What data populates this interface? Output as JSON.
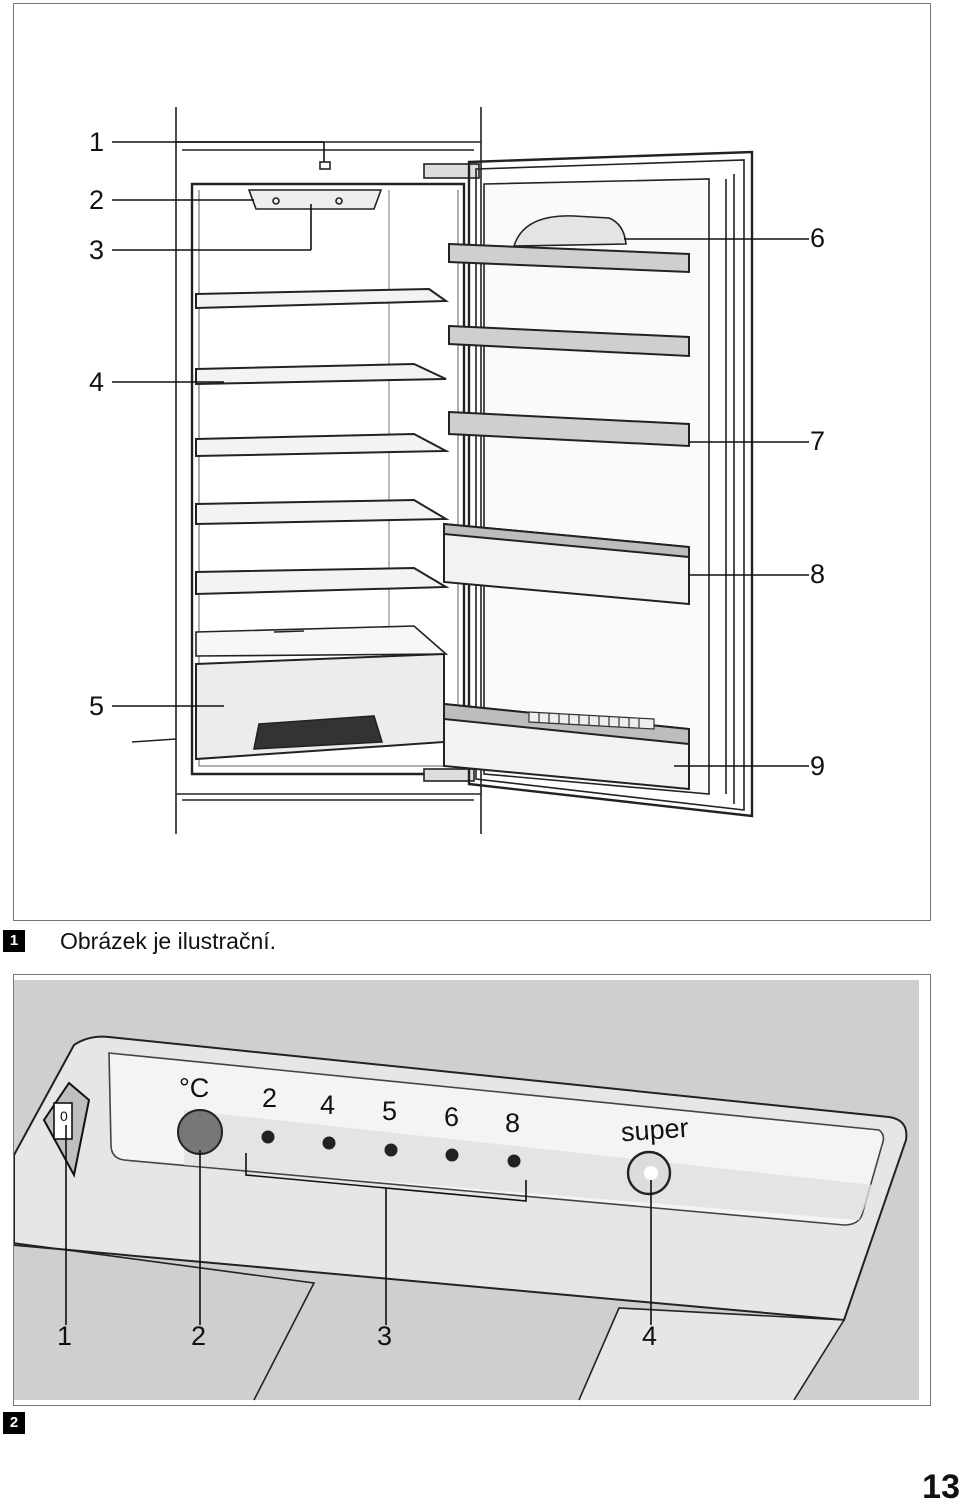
{
  "figure1": {
    "badge": "1",
    "caption": "Obrázek je ilustrační.",
    "callouts": {
      "c1": "1",
      "c2": "2",
      "c3": "3",
      "c4": "4",
      "c5": "5",
      "c6": "6",
      "c7": "7",
      "c8": "8",
      "c9": "9"
    }
  },
  "figure2": {
    "badge": "2",
    "unit": "°C",
    "scale": [
      "2",
      "4",
      "5",
      "6",
      "8"
    ],
    "super_label": "super",
    "switch_label": "0",
    "callouts": {
      "c1": "1",
      "c2": "2",
      "c3": "3",
      "c4": "4"
    }
  },
  "page_number": "13"
}
